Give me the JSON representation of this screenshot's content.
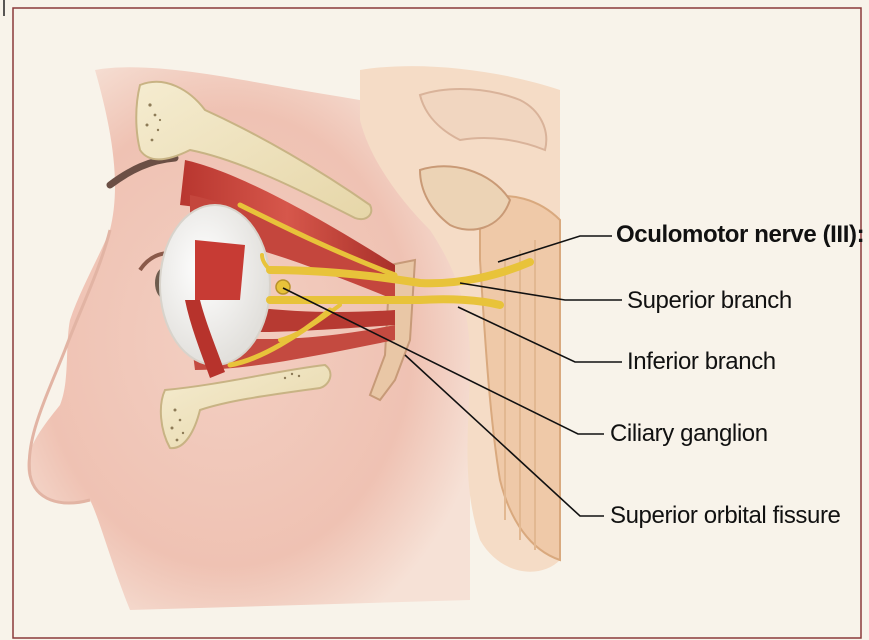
{
  "diagram": {
    "labels": {
      "nerve": "Oculomotor nerve (III):",
      "superior_branch": "Superior branch",
      "inferior_branch": "Inferior branch",
      "ciliary_ganglion": "Ciliary ganglion",
      "orbital_fissure": "Superior orbital fissure"
    },
    "colors": {
      "frame_border": "#8b3a3a",
      "background": "#f8f3ea",
      "skin": "#f2c9bb",
      "muscle": "#c7443c",
      "nerve": "#e8c33a",
      "bone": "#f0e4bf",
      "eyeball": "#f5f5f2"
    }
  }
}
